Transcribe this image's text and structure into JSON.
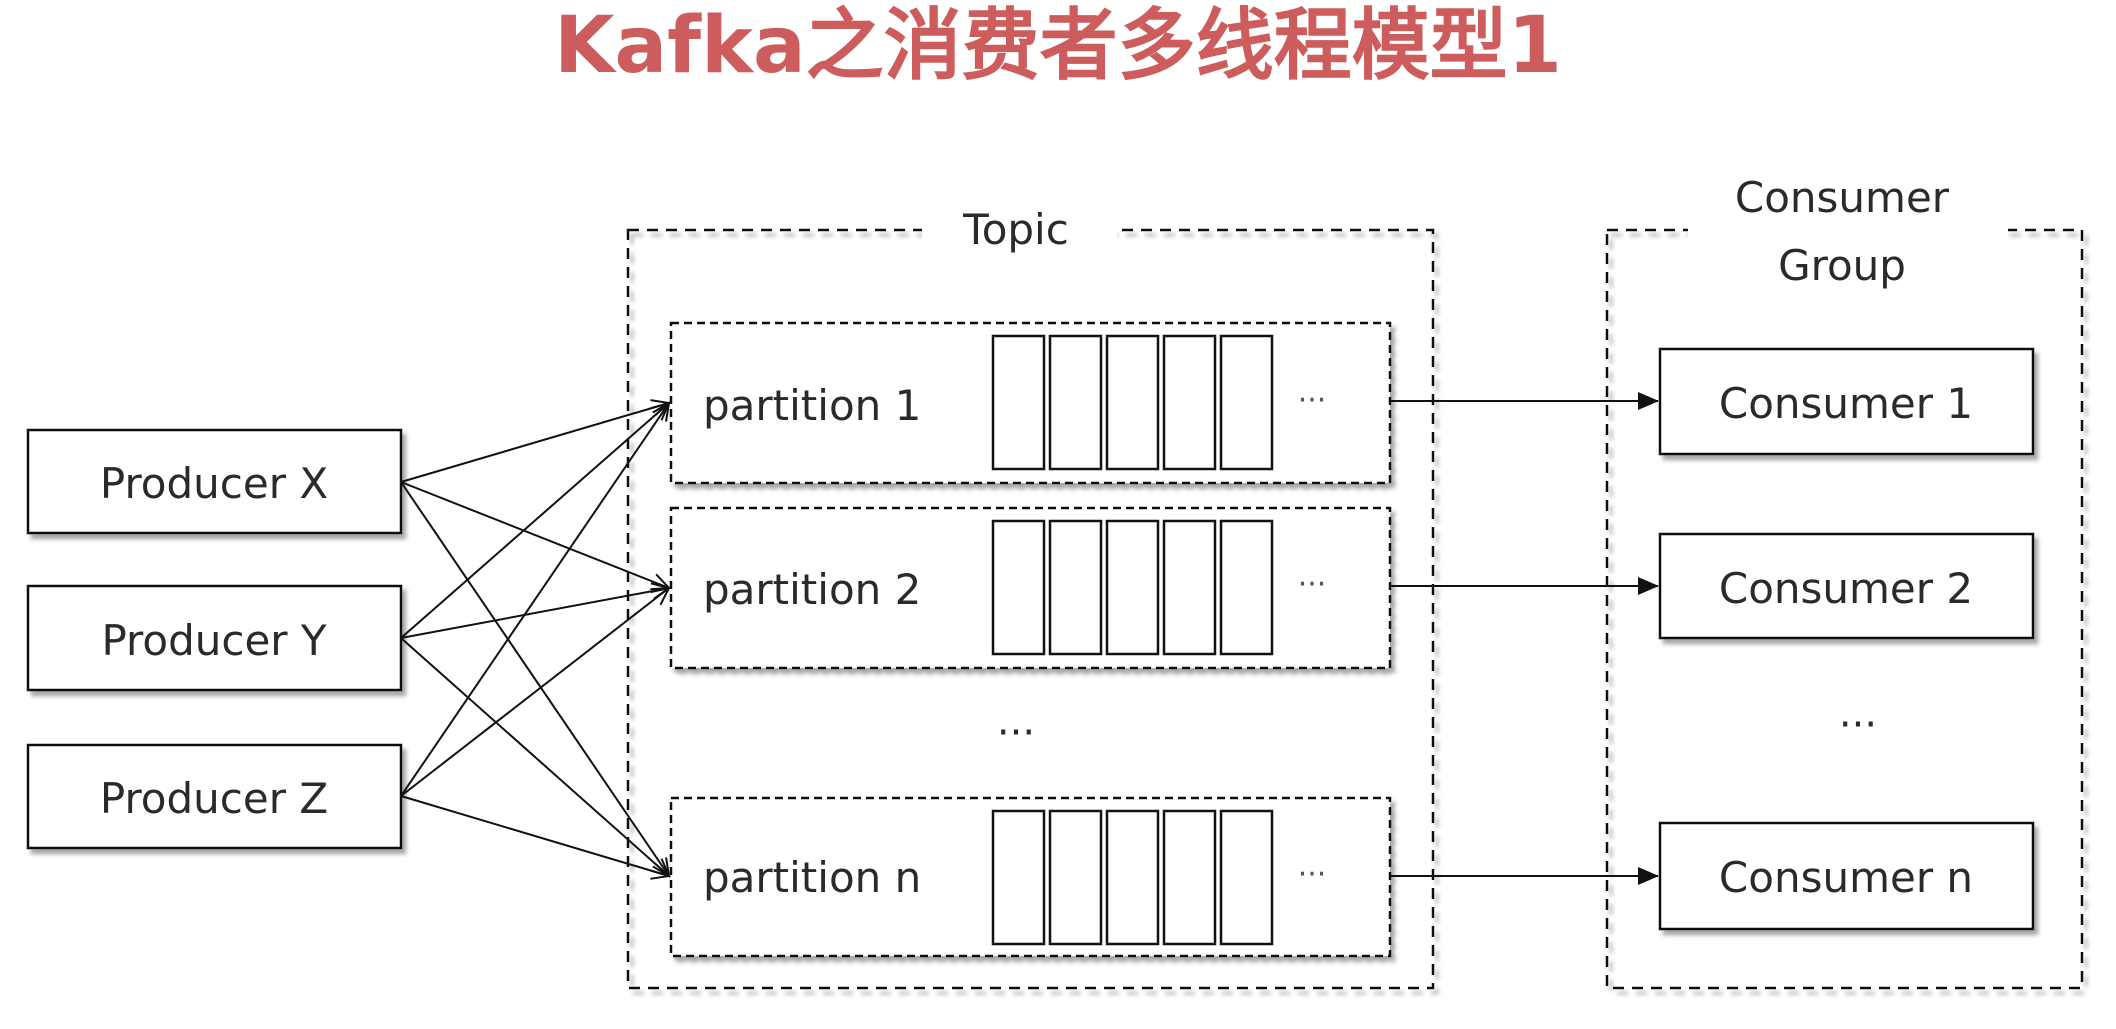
{
  "title": "Kafka之消费者多线程模型1",
  "colors": {
    "title": "#cd5c5c",
    "stroke": "#111111",
    "text": "#2a2a2a",
    "shadow": "#9a9a9a",
    "background": "#ffffff"
  },
  "producers": [
    {
      "label": "Producer X"
    },
    {
      "label": "Producer Y"
    },
    {
      "label": "Producer Z"
    }
  ],
  "topic": {
    "label": "Topic",
    "partitions": [
      {
        "label": "partition 1",
        "ellipsis": "···"
      },
      {
        "label": "partition 2",
        "ellipsis": "···"
      },
      {
        "label": "partition n",
        "ellipsis": "···"
      }
    ],
    "between_ellipsis": "···"
  },
  "consumer_group": {
    "label_line1": "Consumer",
    "label_line2": "Group",
    "consumers": [
      {
        "label": "Consumer 1"
      },
      {
        "label": "Consumer 2"
      },
      {
        "label": "Consumer n"
      }
    ],
    "between_ellipsis": "···"
  }
}
